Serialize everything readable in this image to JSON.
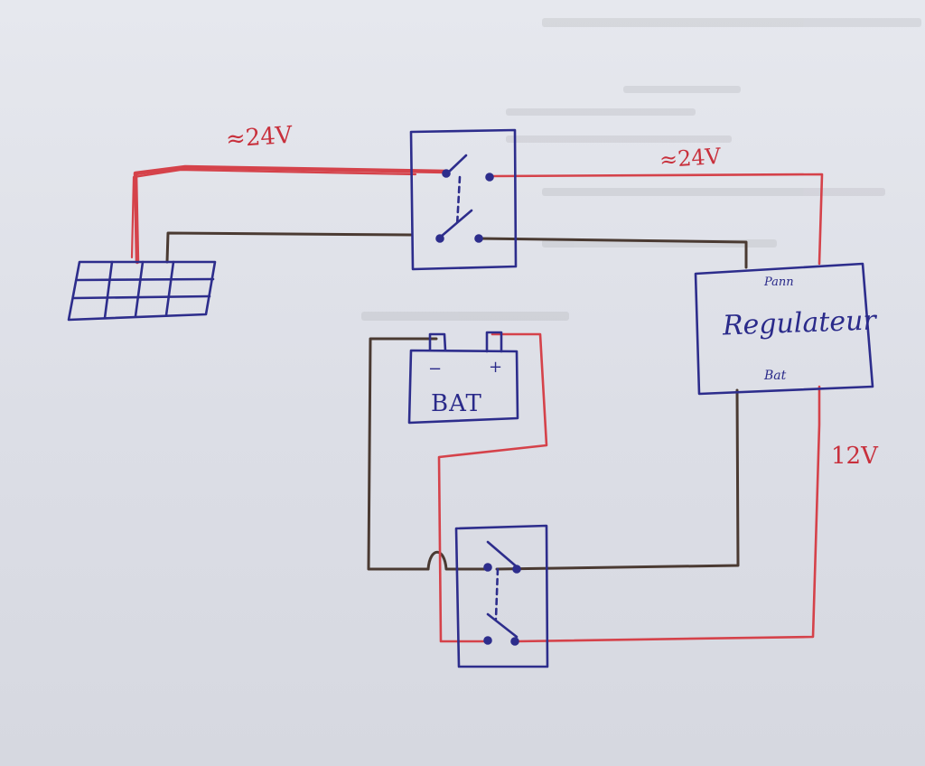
{
  "labels": {
    "solar_voltage": "≈24V",
    "regulator_voltage": "≈24V",
    "battery": "BAT",
    "battery_minus": "−",
    "battery_plus": "+",
    "regulator": "Regulateur",
    "regulator_in": "Pann",
    "regulator_out": "Bat",
    "output_voltage": "12V"
  },
  "colors": {
    "positive_wire": "#d5424a",
    "negative_wire": "#4a3a32",
    "components": "#2d2d8c",
    "paper": "#e2e4ea"
  }
}
